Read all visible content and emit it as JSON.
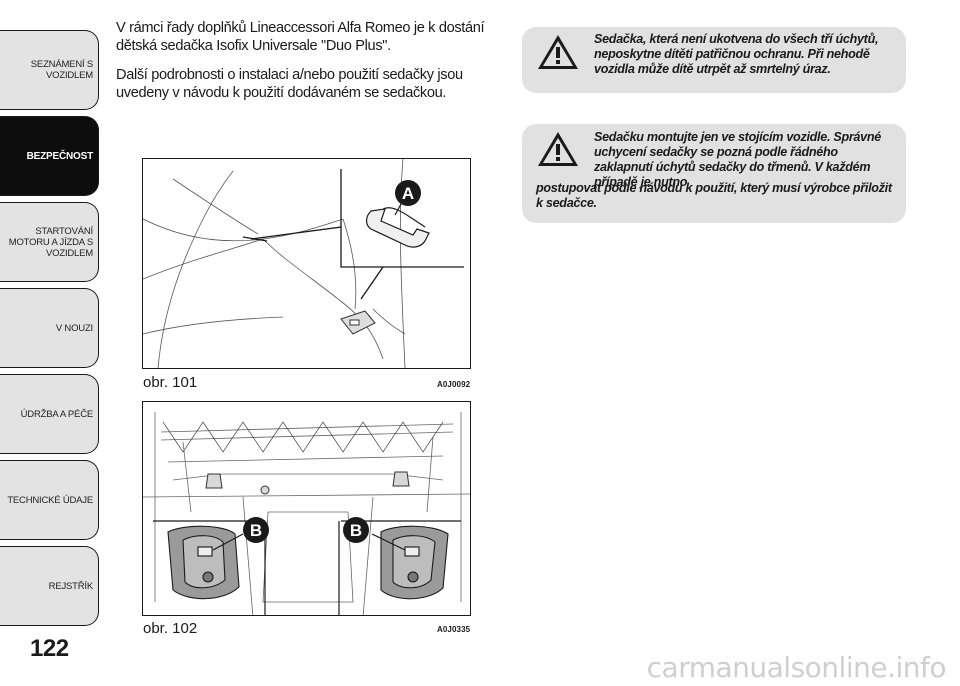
{
  "sidebar": {
    "tabs": [
      {
        "label": "SEZNÁMENÍ S\nVOZIDLEM",
        "active": false
      },
      {
        "label": "BEZPEČNOST",
        "active": true
      },
      {
        "label": "STARTOVÁNÍ\nMOTORU A JÍZDA S\nVOZIDLEM",
        "active": false
      },
      {
        "label": "V NOUZI",
        "active": false
      },
      {
        "label": "ÚDRŽBA A PÉČE",
        "active": false
      },
      {
        "label": "TECHNICKÉ ÚDAJE",
        "active": false
      },
      {
        "label": "REJSTŘÍK",
        "active": false
      }
    ]
  },
  "page_number": "122",
  "body": {
    "para1": "V rámci řady doplňků Lineaccessori Alfa Romeo je k dostání dětská sedačka Isofix Universale \"Duo Plus\".",
    "para2": "Další podrobnosti o instalaci a/nebo použití sedačky jsou uvedeny v návodu k použití dodávaném se sedačkou."
  },
  "figures": [
    {
      "label": "obr. 101",
      "code": "A0J0092",
      "callout": "A"
    },
    {
      "label": "obr. 102",
      "code": "A0J0335",
      "callout": "B"
    }
  ],
  "warnings": [
    {
      "text": "Sedačka, která není ukotvena do všech tří úchytů, neposkytne dítěti patřičnou ochranu. Při nehodě vozidla může dítě utrpět až smrtelný úraz."
    },
    {
      "text_indent": "Sedačku montujte jen ve stojícím vozidle. Správné uchycení sedačky se pozná podle řádného zaklapnutí úchytů sedačky do třmenů. V každém případě je nutno",
      "text_full": "postupovat podle návodu k použití, který musí výrobce přiložit k sedačce."
    }
  ],
  "watermark": "carmanualsonline.info"
}
